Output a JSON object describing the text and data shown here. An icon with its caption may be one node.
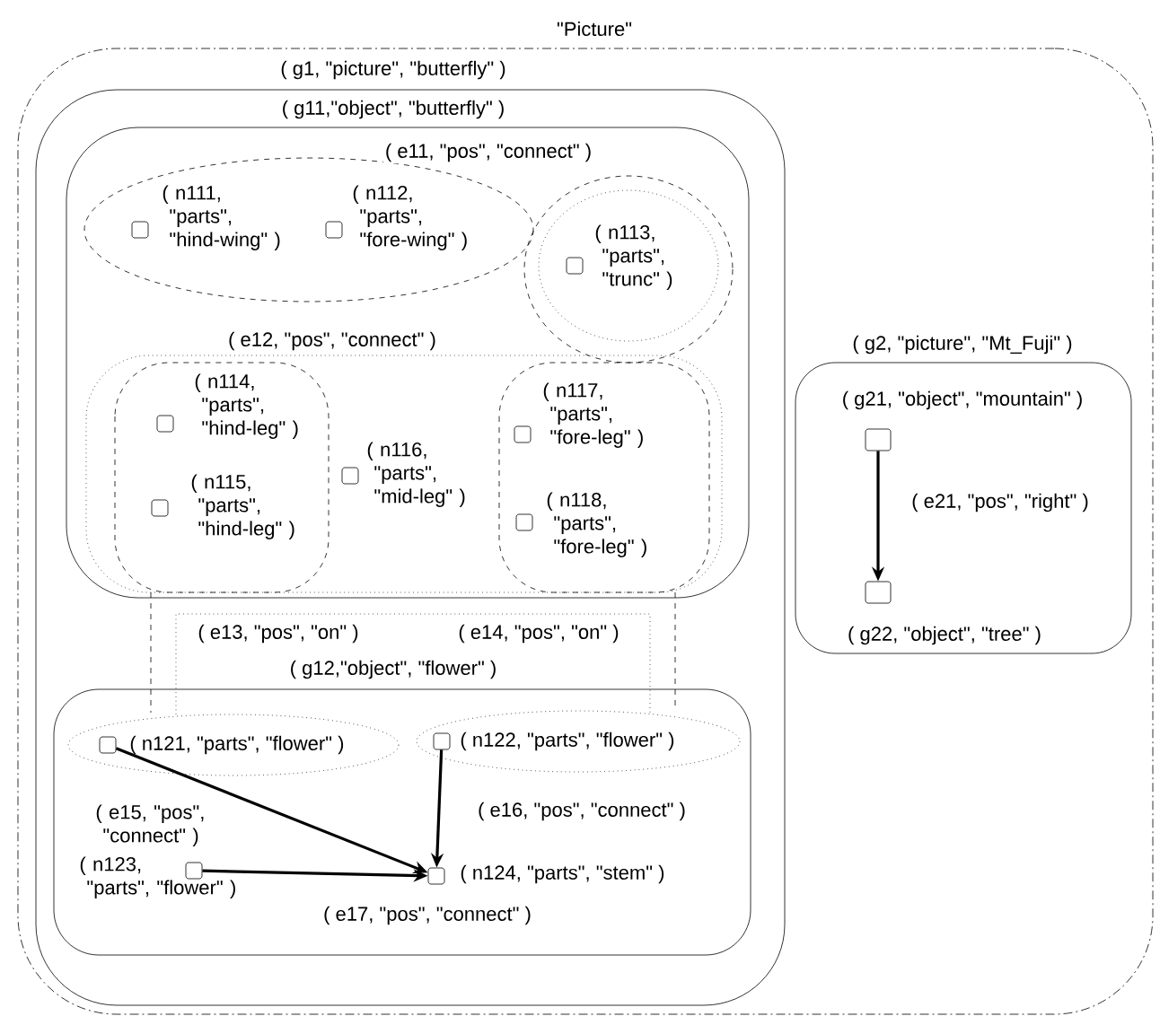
{
  "diagram": {
    "nodes": [
      {
        "text": [
          "\"Picture\""
        ]
      },
      {
        "text": [
          "( g1, \"picture\", \"butterfly\" )"
        ],
        "in": 0
      },
      {
        "text": [
          "( g11,\"object\", \"butterfly\" )"
        ],
        "in": 1
      },
      {
        "text": [],
        "shape": "box",
        "beside": [
          "( n111, \"parts\", \"hind-wing\" )"
        ],
        "in": 2
      },
      {
        "text": [],
        "shape": "box",
        "beside": [
          "( n112, \"parts\", \"fore-wing\" )"
        ],
        "in": 2
      },
      {
        "text": [],
        "shape": "box",
        "beside": [
          "( n113, \"parts\", \"trunc\" )"
        ],
        "in": 2
      },
      {
        "text": [],
        "shape": "box",
        "beside": [
          "( n114, \"parts\", \"hind-leg\" )"
        ],
        "in": 2
      },
      {
        "text": [],
        "shape": "box",
        "beside": [
          "( n115, \"parts\", \"hind-leg\" )"
        ],
        "in": 2
      },
      {
        "text": [],
        "shape": "box",
        "beside": [
          "( n116, \"parts\", \"mid-leg\" )"
        ],
        "in": 2
      },
      {
        "text": [],
        "shape": "box",
        "beside": [
          "( n117, \"parts\", \"fore-leg\" )"
        ],
        "in": 2
      },
      {
        "text": [],
        "shape": "box",
        "beside": [
          "( n118, \"parts\", \"fore-leg\" )"
        ],
        "in": 2
      },
      {
        "text": [
          "( g12,\"object\", \"flower\" )"
        ],
        "in": 1
      },
      {
        "text": [],
        "shape": "box",
        "beside": [
          "( n121, \"parts\", \"flower\" )"
        ],
        "in": 11
      },
      {
        "text": [],
        "shape": "box",
        "beside": [
          "( n122, \"parts\", \"flower\" )"
        ],
        "in": 11
      },
      {
        "text": [],
        "shape": "box",
        "beside": [
          "( n123, \"parts\", \"flower\" )"
        ],
        "in": 11
      },
      {
        "text": [],
        "shape": "box",
        "beside": [
          "( n124, \"parts\", \"stem\" )"
        ],
        "in": 11
      },
      {
        "text": [
          "( g2, \"picture\", \"Mt_Fuji\" )"
        ],
        "in": 0
      },
      {
        "text": [],
        "shape": "box",
        "beside": [
          "( g21, \"object\", \"mountain\" )"
        ],
        "in": 16
      },
      {
        "text": [],
        "shape": "box",
        "beside": [
          "( g22, \"object\", \"tree\" )"
        ],
        "in": 16
      }
    ],
    "edges": [
      {
        "from": 12,
        "to": 15,
        "arrow": "to",
        "label": "( e15, \"pos\", \"connect\" )"
      },
      {
        "from": 13,
        "to": 15,
        "arrow": "to",
        "label": "( e16, \"pos\", \"connect\" )"
      },
      {
        "from": 14,
        "to": 15,
        "arrow": "to",
        "label": "( e17, \"pos\", \"connect\" )"
      },
      {
        "from": 17,
        "to": 18,
        "arrow": "to",
        "label": "( e21, \"pos\", \"right\" )"
      }
    ],
    "labels": [
      "( e11, \"pos\", \"connect\" )",
      "( e12, \"pos\", \"connect\" )",
      "( e13, \"pos\", \"on\" )",
      "( e14, \"pos\", \"on\" )"
    ]
  }
}
